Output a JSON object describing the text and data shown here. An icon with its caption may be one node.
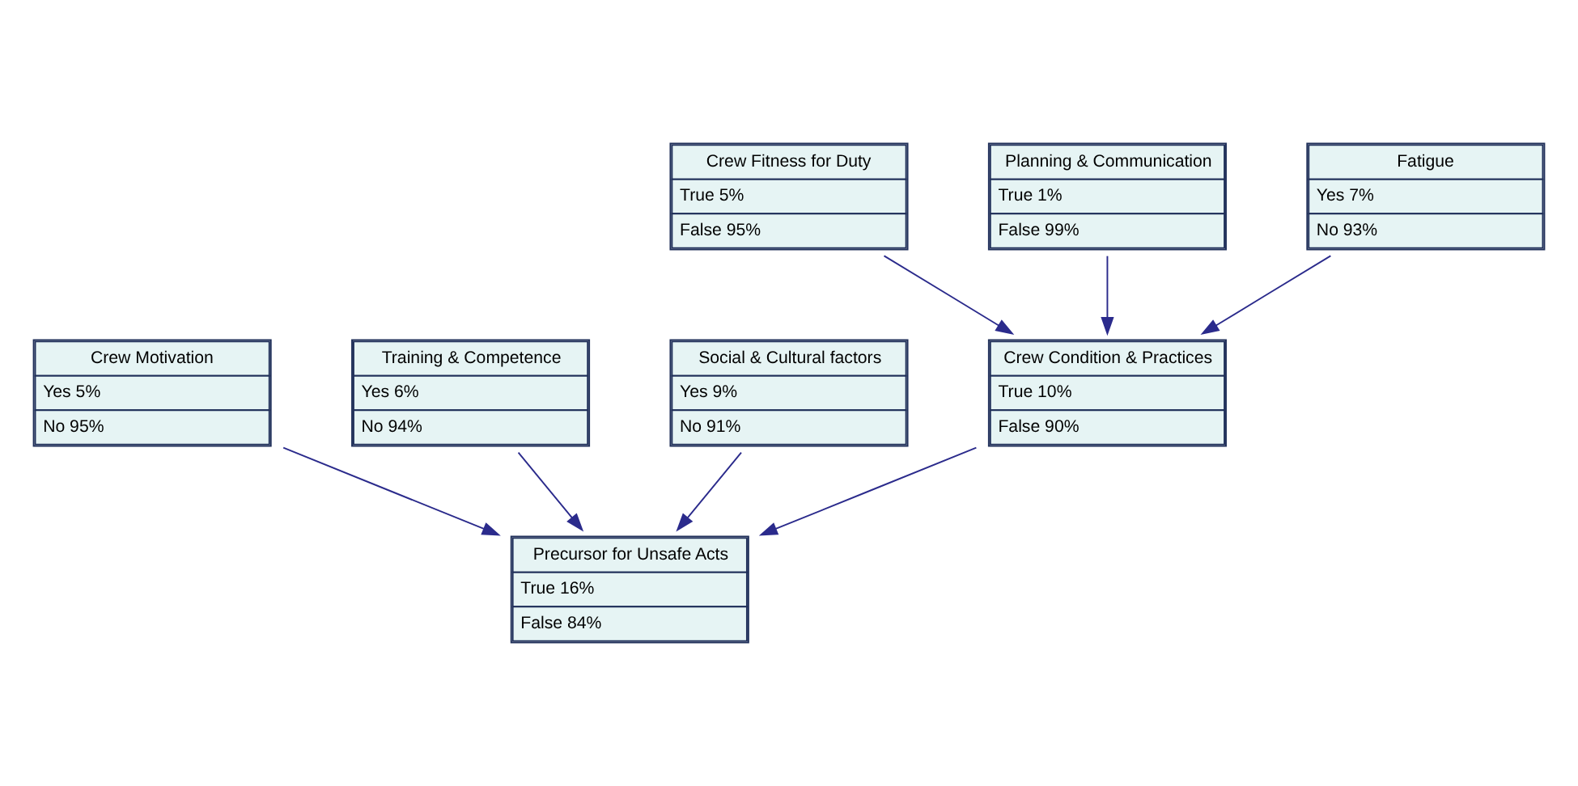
{
  "diagram": {
    "nodes": [
      {
        "text": [
          "Crew Motivation",
          "Yes 5%",
          "No 95%"
        ]
      },
      {
        "text": [
          "Training & Competence",
          "Yes 6%",
          "No 94%"
        ]
      },
      {
        "text": [
          "Social & Cultural factors",
          "Yes 9%",
          "No 91%"
        ]
      },
      {
        "text": [
          "Crew Fitness for Duty",
          "True 5%",
          "False 95%"
        ]
      },
      {
        "text": [
          "Planning & Communication",
          "True 1%",
          "False 99%"
        ]
      },
      {
        "text": [
          "Crew Condition & Practices",
          "True 10%",
          "False 90%"
        ]
      },
      {
        "text": [
          "Fatigue",
          "Yes 7%",
          "No 93%"
        ]
      },
      {
        "text": [
          "Precursor for Unsafe Acts",
          "True 16%",
          "False 84%"
        ]
      }
    ],
    "edges": [
      {
        "from": 0,
        "to": 7,
        "arrow": "to"
      },
      {
        "from": 1,
        "to": 7,
        "arrow": "to"
      },
      {
        "from": 2,
        "to": 7,
        "arrow": "to"
      },
      {
        "from": 5,
        "to": 7,
        "arrow": "to"
      },
      {
        "from": 3,
        "to": 5,
        "arrow": "to"
      },
      {
        "from": 4,
        "to": 5,
        "arrow": "to"
      },
      {
        "from": 6,
        "to": 5,
        "arrow": "to"
      }
    ]
  }
}
